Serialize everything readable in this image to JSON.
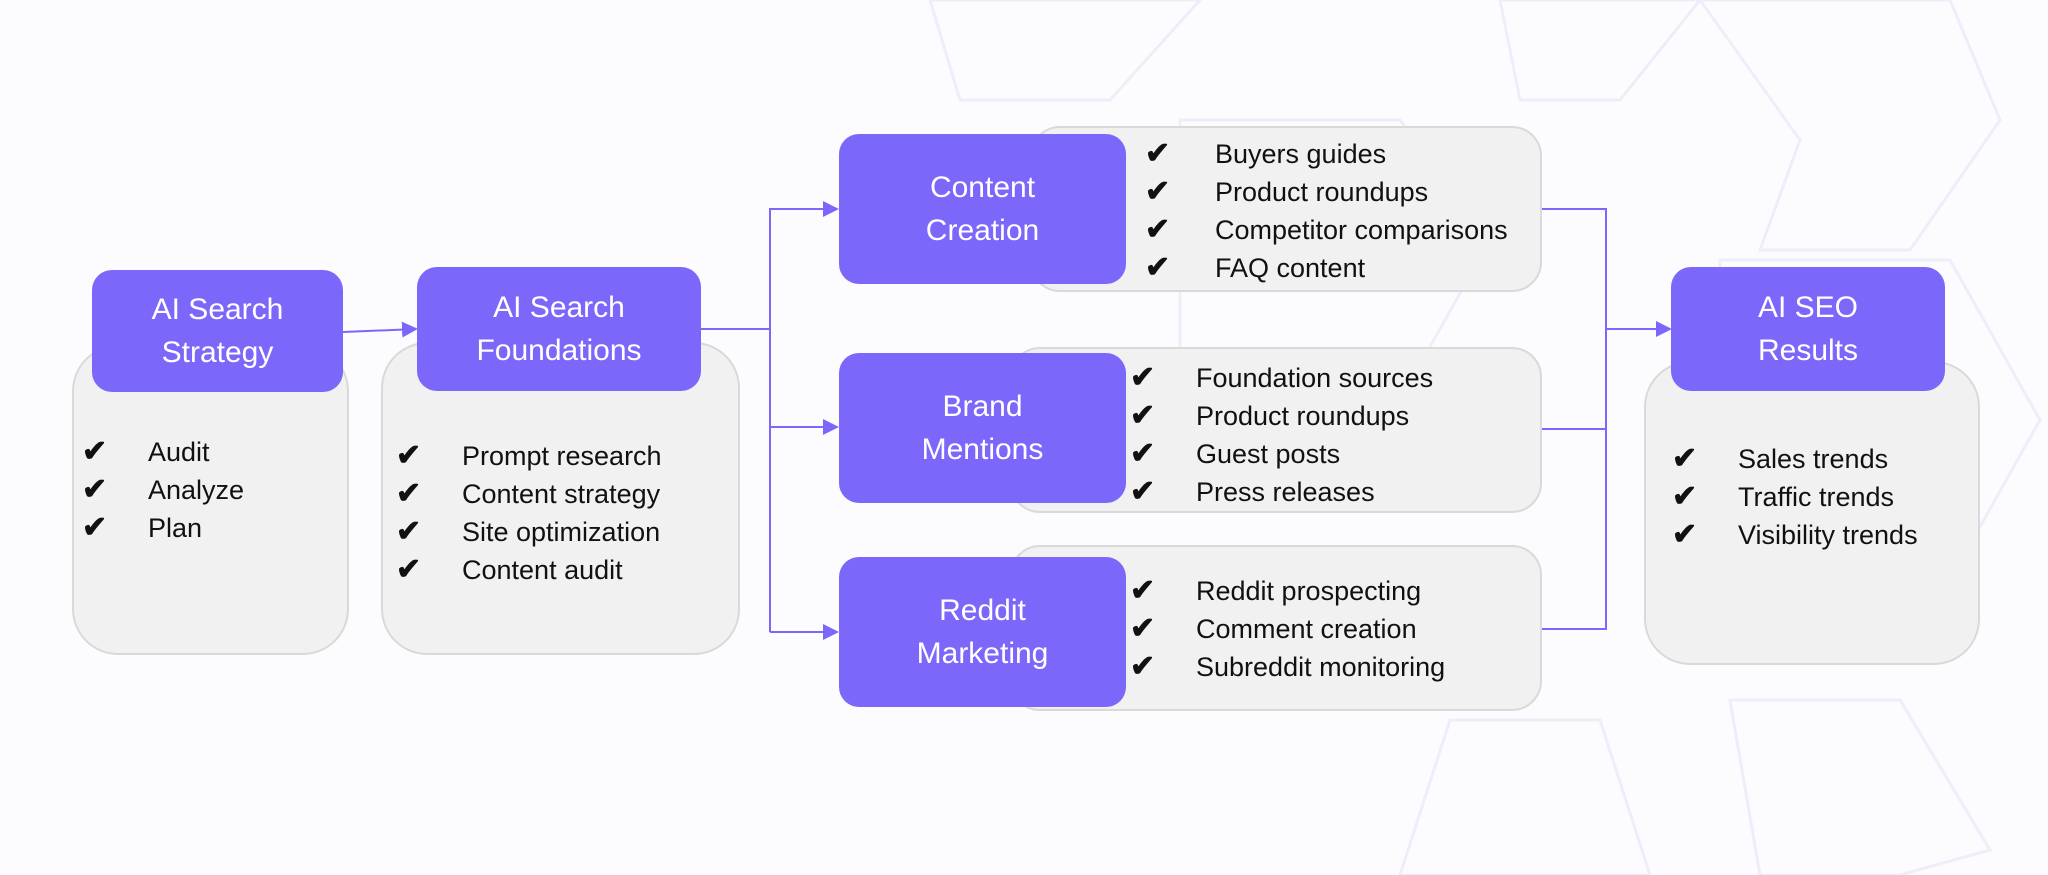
{
  "diagram": {
    "accent_color": "#7b68fa",
    "check_icon": "✔",
    "stages": [
      {
        "id": "strategy",
        "title_line1": "AI Search",
        "title_line2": "Strategy",
        "items": [
          "Audit",
          "Analyze",
          "Plan"
        ]
      },
      {
        "id": "foundations",
        "title_line1": "AI Search",
        "title_line2": "Foundations",
        "items": [
          "Prompt research",
          "Content strategy",
          "Site optimization",
          "Content audit"
        ]
      },
      {
        "id": "content",
        "title_line1": "Content",
        "title_line2": "Creation",
        "items": [
          "Buyers guides",
          "Product roundups",
          "Competitor comparisons",
          "FAQ content"
        ]
      },
      {
        "id": "brand",
        "title_line1": "Brand",
        "title_line2": "Mentions",
        "items": [
          "Foundation sources",
          "Product roundups",
          "Guest posts",
          "Press releases"
        ]
      },
      {
        "id": "reddit",
        "title_line1": "Reddit",
        "title_line2": "Marketing",
        "items": [
          "Reddit prospecting",
          "Comment creation",
          "Subreddit monitoring"
        ]
      },
      {
        "id": "results",
        "title_line1": "AI SEO",
        "title_line2": "Results",
        "items": [
          "Sales trends",
          "Traffic trends",
          "Visibility trends"
        ]
      }
    ],
    "connections": [
      [
        "strategy",
        "foundations"
      ],
      [
        "foundations",
        "content"
      ],
      [
        "foundations",
        "brand"
      ],
      [
        "foundations",
        "reddit"
      ],
      [
        "content",
        "results"
      ],
      [
        "brand",
        "results"
      ],
      [
        "reddit",
        "results"
      ]
    ]
  }
}
